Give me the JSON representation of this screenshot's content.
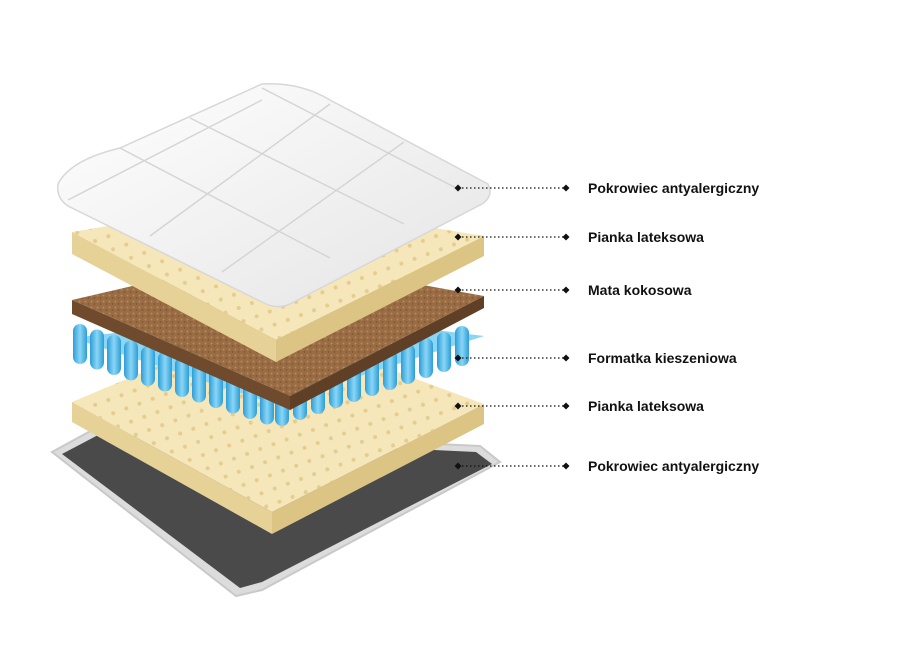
{
  "layers": [
    {
      "label": "Pokrowiec antyalergiczny"
    },
    {
      "label": "Pianka lateksowa"
    },
    {
      "label": "Mata kokosowa"
    },
    {
      "label": "Formatka kieszeniowa"
    },
    {
      "label": "Pianka lateksowa"
    },
    {
      "label": "Pokrowiec antyalergiczny"
    }
  ],
  "colors": {
    "bottom_cover": "#4a4a4a",
    "bottom_cover_rim": "#dcdcdc",
    "latex_foam": "#f6e7bb",
    "latex_foam_side": "#e6d197",
    "latex_holes": "#e3c98a",
    "coconut_mat": "#9a6c43",
    "coconut_mat_side": "#6f4a2c",
    "pocket_springs": "#5ec3ef",
    "pocket_springs_dark": "#2c9dd8",
    "top_cover": "#f4f4f4",
    "leader_line": "#111111"
  }
}
